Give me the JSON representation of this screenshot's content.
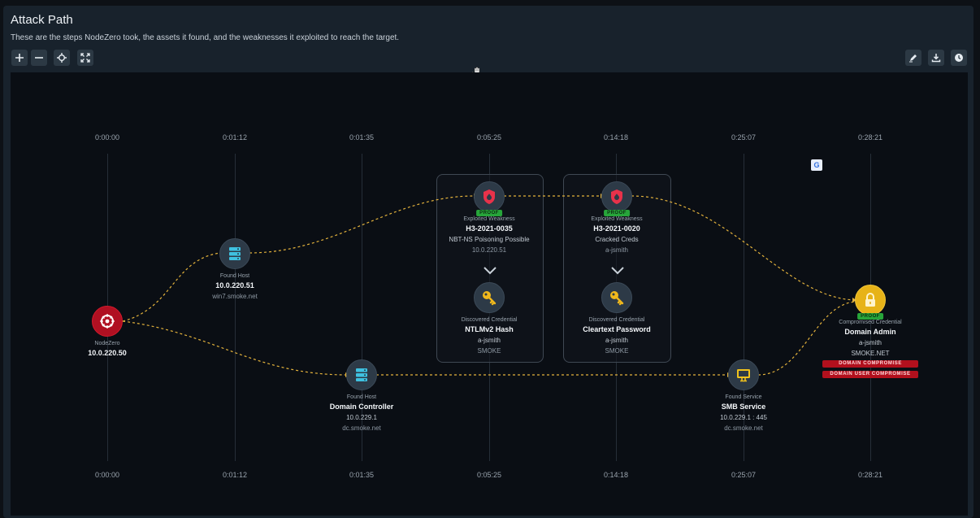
{
  "header": {
    "title": "Attack Path",
    "subtitle": "These are the steps NodeZero took, the assets it found, and the weaknesses it exploited to reach the target."
  },
  "toolbar": {
    "left": [
      "zoom-in-icon",
      "zoom-out-icon",
      "center-icon",
      "fit-screen-icon"
    ],
    "right": [
      "edit-icon",
      "download-icon",
      "history-icon"
    ]
  },
  "timeline": {
    "top": [
      "0:00:00",
      "0:01:12",
      "0:01:35",
      "0:05:25",
      "0:14:18",
      "0:25:07",
      "0:28:21"
    ],
    "bottom": [
      "0:00:00",
      "0:01:12",
      "0:01:35",
      "0:05:25",
      "0:14:18",
      "0:25:07",
      "0:28:21"
    ]
  },
  "nodes": {
    "nodezero": {
      "type": "NodeZero",
      "name": "10.0.220.50",
      "icon": "nodezero-logo-icon"
    },
    "host1": {
      "type": "Found Host",
      "name": "10.0.220.51",
      "sub": "win7.smoke.net",
      "icon": "server-icon"
    },
    "dc": {
      "type": "Found Host",
      "name": "Domain Controller",
      "sub": "10.0.229.1",
      "sub2": "dc.smoke.net",
      "icon": "server-icon"
    },
    "weak1": {
      "badge": "PROOF",
      "type": "Exploited Weakness",
      "name": "H3-2021-0035",
      "sub": "NBT-NS Poisoning Possible",
      "sub2": "10.0.220.51",
      "icon": "shield-icon"
    },
    "cred1": {
      "type": "Discovered Credential",
      "name": "NTLMv2 Hash",
      "sub": "a-jsmith",
      "sub2": "SMOKE",
      "icon": "key-icon"
    },
    "weak2": {
      "badge": "PROOF",
      "type": "Exploited Weakness",
      "name": "H3-2021-0020",
      "sub": "Cracked Creds",
      "sub2": "a-jsmith",
      "icon": "shield-icon"
    },
    "cred2": {
      "type": "Discovered Credential",
      "name": "Cleartext Password",
      "sub": "a-jsmith",
      "sub2": "SMOKE",
      "icon": "key-icon"
    },
    "smb": {
      "type": "Found Service",
      "name": "SMB Service",
      "sub": "10.0.229.1 : 445",
      "sub2": "dc.smoke.net",
      "icon": "monitor-icon"
    },
    "target": {
      "badge": "PROOF",
      "type": "Compromised Credential",
      "name": "Domain Admin",
      "sub": "a-jsmith",
      "sub2": "SMOKE.NET",
      "icon": "lock-icon",
      "tags": [
        "DOMAIN COMPROMISE",
        "DOMAIN USER COMPROMISE"
      ]
    }
  },
  "colors": {
    "background": "#0a0e14",
    "panel": "#18222c",
    "edge": "#e3b23c",
    "proof": "#27a53a",
    "danger": "#b2101d",
    "gold": "#e7b318"
  }
}
